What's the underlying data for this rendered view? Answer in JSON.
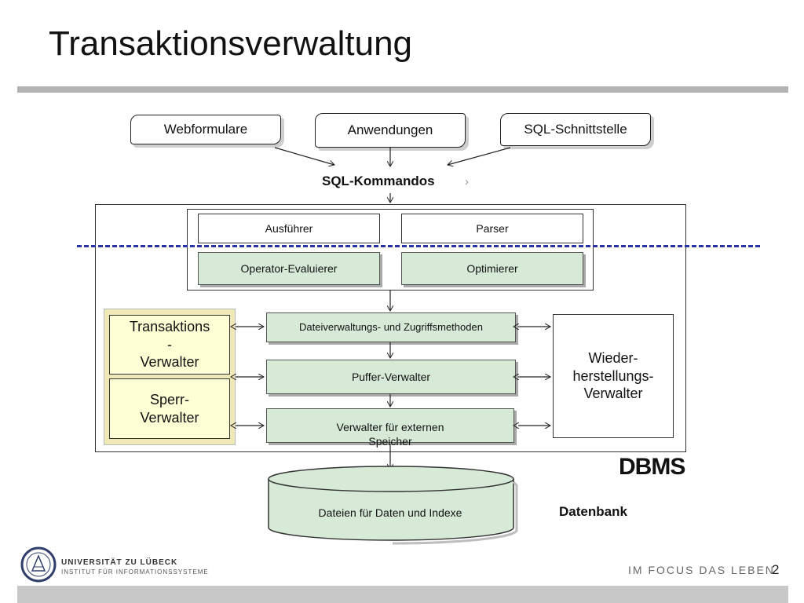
{
  "title": "Transaktionsverwaltung",
  "inputs": {
    "webformulare": "Webformulare",
    "anwendungen": "Anwendungen",
    "sql_schnittstelle": "SQL-Schnittstelle"
  },
  "sql_kommandos": "SQL-Kommandos",
  "query_processing": {
    "ausfuehrer": "Ausführer",
    "parser": "Parser",
    "operator_evaluierer": "Operator-Evaluierer",
    "optimierer": "Optimierer"
  },
  "storage": {
    "dateiverwaltung": "Dateiverwaltungs- und Zugriffsmethoden",
    "puffer": "Puffer-Verwalter",
    "extern_line1": "Verwalter für externen",
    "extern_line2": "Speicher"
  },
  "transaction": {
    "tx_line1": "Transaktions",
    "tx_line2": "-",
    "tx_line3": "Verwalter",
    "lock_line1": "Sperr-",
    "lock_line2": "Verwalter"
  },
  "recovery": {
    "line1": "Wieder-",
    "line2": "herstellungs-",
    "line3": "Verwalter"
  },
  "dbms_label": "DBMS",
  "database": {
    "cylinder_label": "Dateien für Daten und Indexe",
    "label": "Datenbank"
  },
  "footer": {
    "university": "UNIVERSITÄT ZU LÜBECK",
    "institute": "INSTITUT FÜR INFORMATIONSSYSTEME",
    "slogan": "IM FOCUS DAS LEBEN",
    "page_number": "2"
  },
  "colors": {
    "dashed_line": "#2b33a8",
    "green_fill": "#d7ead7",
    "yellow_fill": "#ffffd6",
    "footer_bar": "#c8c8c8"
  }
}
